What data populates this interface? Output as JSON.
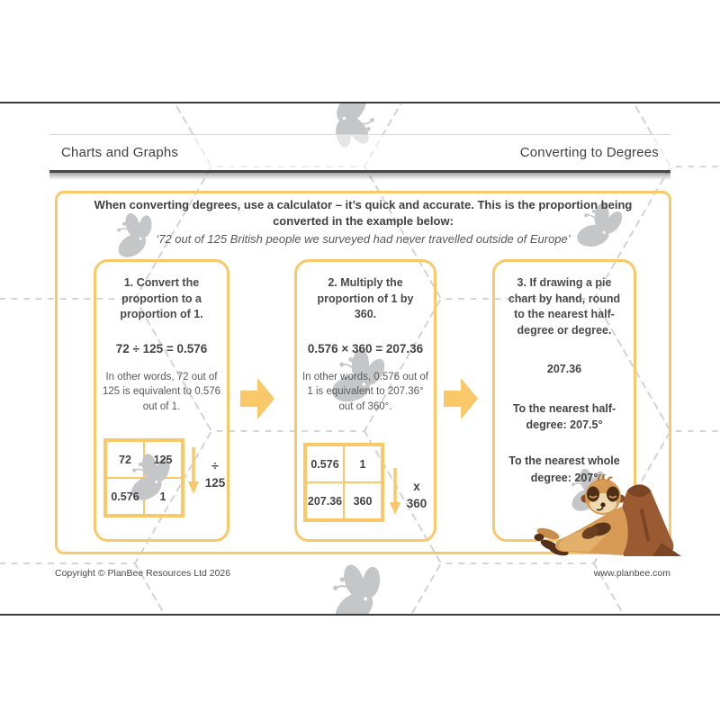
{
  "header": {
    "left": "Charts and Graphs",
    "right": "Converting to Degrees"
  },
  "intro": {
    "line1": "When converting degrees, use a calculator – it’s quick and accurate. This is the proportion being",
    "line2": "converted in the example below:",
    "quote": "‘72 out of 125 British people we surveyed had never travelled outside of Europe’"
  },
  "steps": [
    {
      "heading": "1. Convert the proportion to a proportion of 1.",
      "equation": "72 ÷ 125 = 0.576",
      "explanation": "In other words, 72 out of 125 is equivalent to 0.576 out of 1.",
      "table": [
        [
          "72",
          "125"
        ],
        [
          "0.576",
          "1"
        ]
      ],
      "operation": {
        "symbol": "÷",
        "value": "125"
      }
    },
    {
      "heading": "2. Multiply the proportion of 1 by 360.",
      "equation": "0.576 × 360 = 207.36",
      "explanation": "In other words, 0.576 out of 1 is equivalent to 207.36° out of 360°.",
      "table": [
        [
          "0.576",
          "1"
        ],
        [
          "207.36",
          "360"
        ]
      ],
      "operation": {
        "symbol": "x",
        "value": "360"
      }
    },
    {
      "heading": "3. If drawing a pie chart by hand, round to the nearest half-degree or degree.",
      "value": "207.36",
      "result_half": "To the nearest half-degree: 207.5°",
      "result_whole": "To the nearest whole degree: 207°"
    }
  ],
  "footer": {
    "left": "Copyright © PlanBee Resources Ltd 2026",
    "right": "www.planbee.com"
  },
  "illustrations": {
    "bee": "bee-silhouette",
    "meerkat": "meerkat-resting-on-stump"
  },
  "colors": {
    "accent": "#F9C868",
    "text_dark": "#414042",
    "text_gray": "#58595B",
    "hex_line": "#D5D5D5",
    "bee_gray": "#C5C6C8",
    "page_line": "#3C3C3C"
  }
}
